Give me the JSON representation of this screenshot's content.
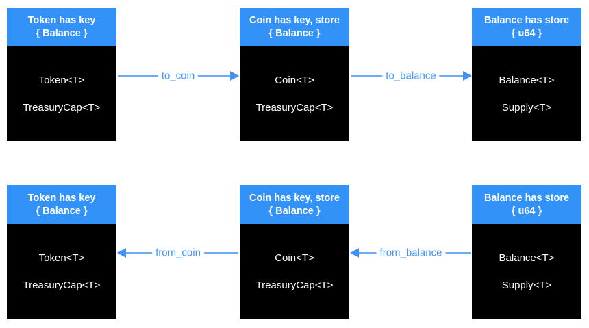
{
  "diagram": {
    "background": "#ffffff",
    "colors": {
      "header_bg": "#3292f7",
      "body_bg": "#000000",
      "header_text": "#ffffff",
      "body_text": "#ffffff",
      "arrow": "#4292f5",
      "arrow_label": "#4495f8"
    },
    "rows": [
      {
        "boxes": [
          {
            "header_line1": "Token has key",
            "header_line2": "{ Balance }",
            "items": [
              "Token<T>",
              "TreasuryCap<T>"
            ]
          },
          {
            "header_line1": "Coin has key, store",
            "header_line2": "{ Balance }",
            "items": [
              "Coin<T>",
              "TreasuryCap<T>"
            ]
          },
          {
            "header_line1": "Balance has store",
            "header_line2": "{ u64 }",
            "items": [
              "Balance<T>",
              "Supply<T>"
            ]
          }
        ],
        "arrows": [
          {
            "label": "to_coin",
            "direction": "right"
          },
          {
            "label": "to_balance",
            "direction": "right"
          }
        ]
      },
      {
        "boxes": [
          {
            "header_line1": "Token has key",
            "header_line2": "{ Balance }",
            "items": [
              "Token<T>",
              "TreasuryCap<T>"
            ]
          },
          {
            "header_line1": "Coin has key, store",
            "header_line2": "{ Balance }",
            "items": [
              "Coin<T>",
              "TreasuryCap<T>"
            ]
          },
          {
            "header_line1": "Balance has store",
            "header_line2": "{ u64 }",
            "items": [
              "Balance<T>",
              "Supply<T>"
            ]
          }
        ],
        "arrows": [
          {
            "label": "from_coin",
            "direction": "left"
          },
          {
            "label": "from_balance",
            "direction": "left"
          }
        ]
      }
    ]
  }
}
